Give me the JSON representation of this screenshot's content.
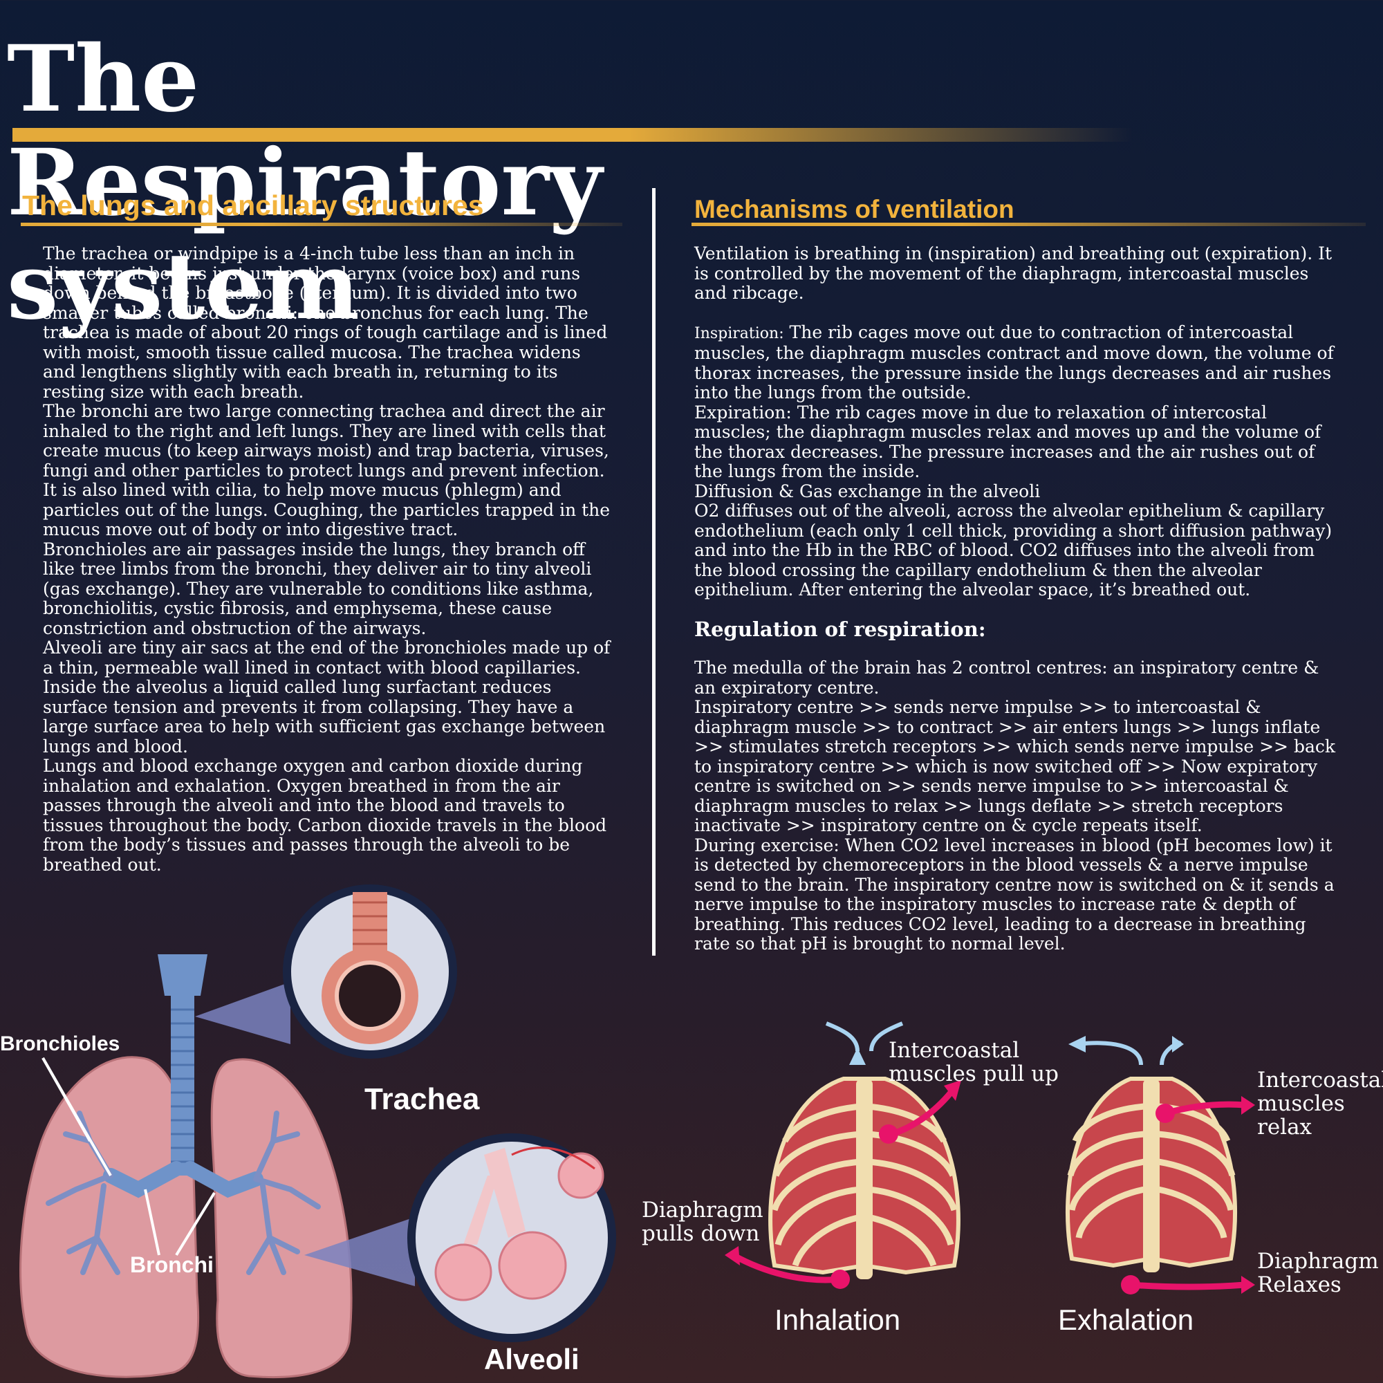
{
  "title": "The Respiratory system",
  "left": {
    "heading": "The lungs and ancillary structures",
    "paragraphs": [
      "The trachea or windpipe is a 4-inch tube less than an inch in diameter, it begins just under the larynx (voice box) and runs down behind the breastbone (sternum). It is divided into two smaller tubes called bronchi: one bronchus for each lung. The trachea is made of about 20 rings of tough cartilage and is lined with moist, smooth tissue called mucosa. The trachea widens and lengthens slightly with each breath in, returning to its resting size with each breath.",
      "The bronchi are two large connecting trachea and direct the air inhaled to the right and left lungs. They are lined with cells that create mucus (to keep airways moist) and trap bacteria, viruses, fungi and other particles to protect lungs and prevent infection. It is also lined with cilia, to help move mucus (phlegm) and particles out of the lungs. Coughing, the particles trapped in the mucus move out of body or into digestive tract.",
      "Bronchioles are air passages inside the lungs, they branch off like tree limbs from the bronchi, they deliver air to tiny alveoli (gas exchange). They are vulnerable to conditions like asthma, bronchiolitis, cystic fibrosis, and emphysema, these cause constriction and obstruction of the airways.",
      "Alveoli are tiny air sacs at the end of the bronchioles made up of a thin, permeable wall lined in contact with blood capillaries. Inside the alveolus a liquid called lung surfactant reduces surface tension and prevents it from collapsing. They have a large surface area to help with sufficient gas exchange between lungs and blood.",
      "Lungs and blood exchange oxygen and carbon dioxide during inhalation and exhalation. Oxygen breathed in from the air passes through the alveoli and into the blood and travels to tissues throughout the body. Carbon dioxide travels in the blood from the body’s tissues and passes through the alveoli to be breathed out."
    ]
  },
  "right": {
    "heading": "Mechanisms of ventilation",
    "intro": "Ventilation is breathing in (inspiration) and breathing out (expiration). It is controlled by the movement of the diaphragm, intercoastal muscles and ribcage.",
    "inspiration_label": "Inspiration:",
    "inspiration_text": " The rib cages move out due to contraction of intercoastal muscles, the diaphragm muscles contract and move down, the volume of thorax increases, the pressure inside the lungs decreases and air rushes into the lungs from the outside.",
    "expiration": "Expiration: The rib cages move in due to relaxation of intercostal muscles; the diaphragm muscles relax and moves up and the volume of the thorax decreases. The pressure increases and the air rushes out of the lungs from the inside.",
    "diffusion_title": "Diffusion & Gas exchange in the alveoli",
    "diffusion_text": "O2 diffuses out of the alveoli, across the alveolar epithelium & capillary endothelium (each only 1 cell thick, providing a short diffusion pathway) and into the Hb in the RBC of blood. CO2 diffuses into the alveoli from the blood crossing the capillary endothelium & then the alveolar epithelium. After entering the alveolar space, it’s breathed out.",
    "regulation_title": "Regulation of respiration:",
    "regulation_intro": "The medulla of the brain has 2 control centres: an inspiratory centre & an expiratory centre.",
    "regulation_cycle": "Inspiratory centre >> sends nerve impulse >> to intercoastal & diaphragm muscle >> to contract >> air enters lungs >> lungs inflate >> stimulates stretch receptors >> which sends nerve impulse >> back to inspiratory centre >> which is now switched off >> Now expiratory centre is switched on >> sends nerve impulse to >> intercoastal & diaphragm muscles to relax >> lungs deflate >> stretch receptors inactivate >> inspiratory centre on & cycle repeats itself.",
    "exercise": "During exercise: When CO2 level increases in blood (pH becomes low) it is detected by chemoreceptors in the blood vessels & a nerve impulse send to the brain. The inspiratory centre now is switched on & it sends a nerve impulse to the inspiratory muscles to increase rate & depth of breathing. This reduces CO2 level, leading to a decrease in breathing rate so that pH is brought to normal level."
  },
  "labels": {
    "bronchioles": "Bronchioles",
    "bronchi": "Bronchi",
    "trachea": "Trachea",
    "alveoli": "Alveoli",
    "inhalation": "Inhalation",
    "exhalation": "Exhalation",
    "intercoastal_pull_up": "Intercoastal\nmuscles pull up",
    "diaphragm_pulls_down": "Diaphragm\npulls down",
    "intercoastal_relax": "Intercoastal\nmuscles\nrelax",
    "diaphragm_relaxes": "Diaphragm\nRelaxes"
  },
  "colors": {
    "accent_gold": "#f2b33d",
    "arrow_magenta": "#e8136a",
    "lung_pink": "#e3a0a4",
    "trachea_blue": "#6b8fc8",
    "bone": "#f1deb0",
    "muscle_red": "#c8464c",
    "air_arrow": "#a9d3f0"
  }
}
